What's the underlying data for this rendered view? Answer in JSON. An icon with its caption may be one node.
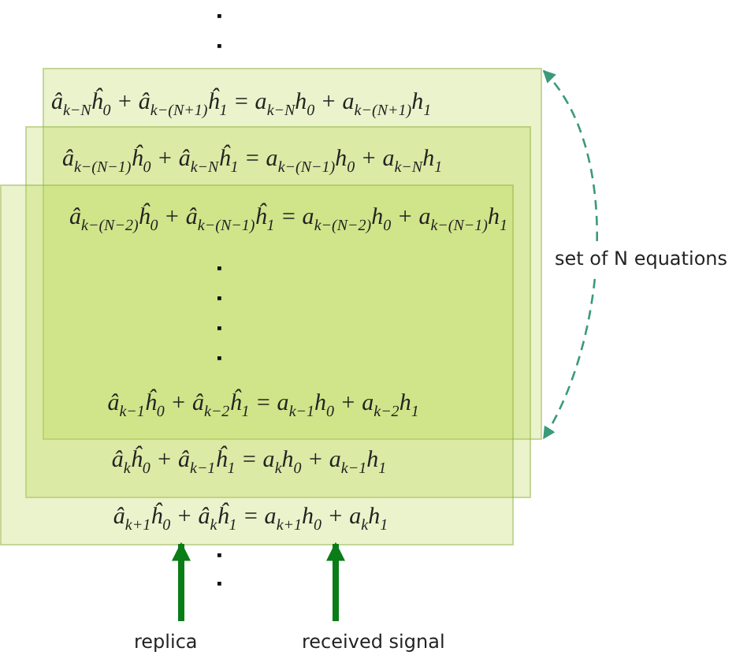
{
  "diagram": {
    "nodes": [
      {
        "text": [
          "â$_{k+1}$ĥ$_{0}$ + â$_{k}$ĥ$_{1}$ = a$_{k+1}$h$_{0}$ + a$_{k}$h$_{1}$"
        ]
      },
      {
        "text": [
          "replica"
        ]
      },
      {
        "text": [
          "received signal"
        ]
      }
    ],
    "edges": [
      {
        "from": 1,
        "to": 0,
        "arrow": "to"
      },
      {
        "from": 2,
        "to": 0,
        "arrow": "to"
      }
    ],
    "labels": [
      "â$_{k−N}$ĥ$_{0}$ + â$_{k−(N+1)}$ĥ$_{1}$ = a$_{k−N}$h$_{0}$ + a$_{k−(N+1)}$h$_{1}$",
      "â$_{k−(N−1)}$ĥ$_{0}$ + â$_{k−N}$ĥ$_{1}$ = a$_{k−(N−1)}$h$_{0}$ + a$_{k−N}$h$_{1}$",
      "â$_{k−(N−2)}$ĥ$_{0}$ + â$_{k−(N−1)}$ĥ$_{1}$ = a$_{k−(N−2)}$h$_{0}$ + a$_{k−(N−1)}$h$_{1}$",
      "â$_{k−1}$ĥ$_{0}$ + â$_{k−2}$ĥ$_{1}$ = a$_{k−1}$h$_{0}$ + a$_{k−2}$h$_{1}$",
      "â$_{k}$ĥ$_{0}$ + â$_{k−1}$ĥ$_{1}$ = a$_{k}$h$_{0}$ + a$_{k−1}$h$_{1}$",
      "set of N equations"
    ]
  }
}
